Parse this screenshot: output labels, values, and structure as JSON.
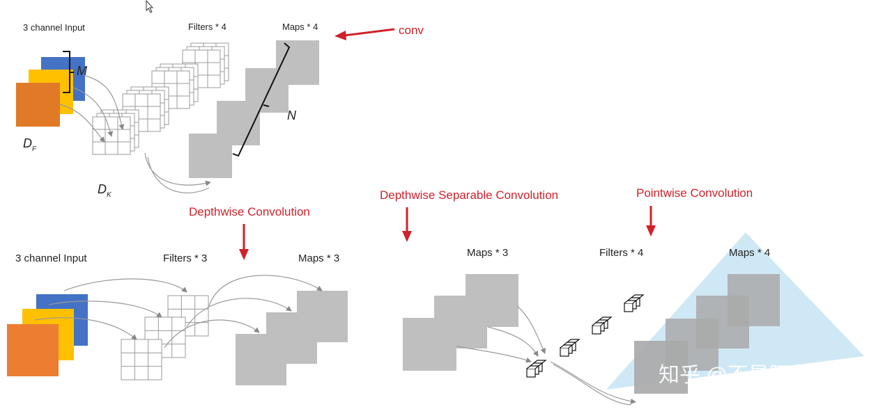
{
  "top": {
    "input_label": "3 channel Input",
    "filters_label": "Filters * 4",
    "maps_label": "Maps * 4",
    "conv_label": "conv",
    "m_symbol": "M",
    "n_symbol": "N",
    "df_symbol": "D",
    "df_sub": "F",
    "dk_symbol": "D",
    "dk_sub": "K"
  },
  "depthwise": {
    "title": "Depthwise Convolution",
    "input_label": "3 channel Input",
    "filters_label": "Filters * 3",
    "maps_label": "Maps * 3"
  },
  "separable": {
    "title": "Depthwise Separable Convolution"
  },
  "pointwise": {
    "title": "Pointwise Convolution",
    "maps_in_label": "Maps * 3",
    "filters_label": "Filters * 4",
    "maps_out_label": "Maps * 4"
  },
  "watermark": "知乎 @不是阿华",
  "colors": {
    "accent_red": "#d0202a",
    "channel_blue": "#4472c4",
    "channel_yellow": "#ffc000",
    "channel_orange": "#ed7d31",
    "map_gray": "#bfbfbf",
    "cone_blue": "#bfe0f2"
  }
}
